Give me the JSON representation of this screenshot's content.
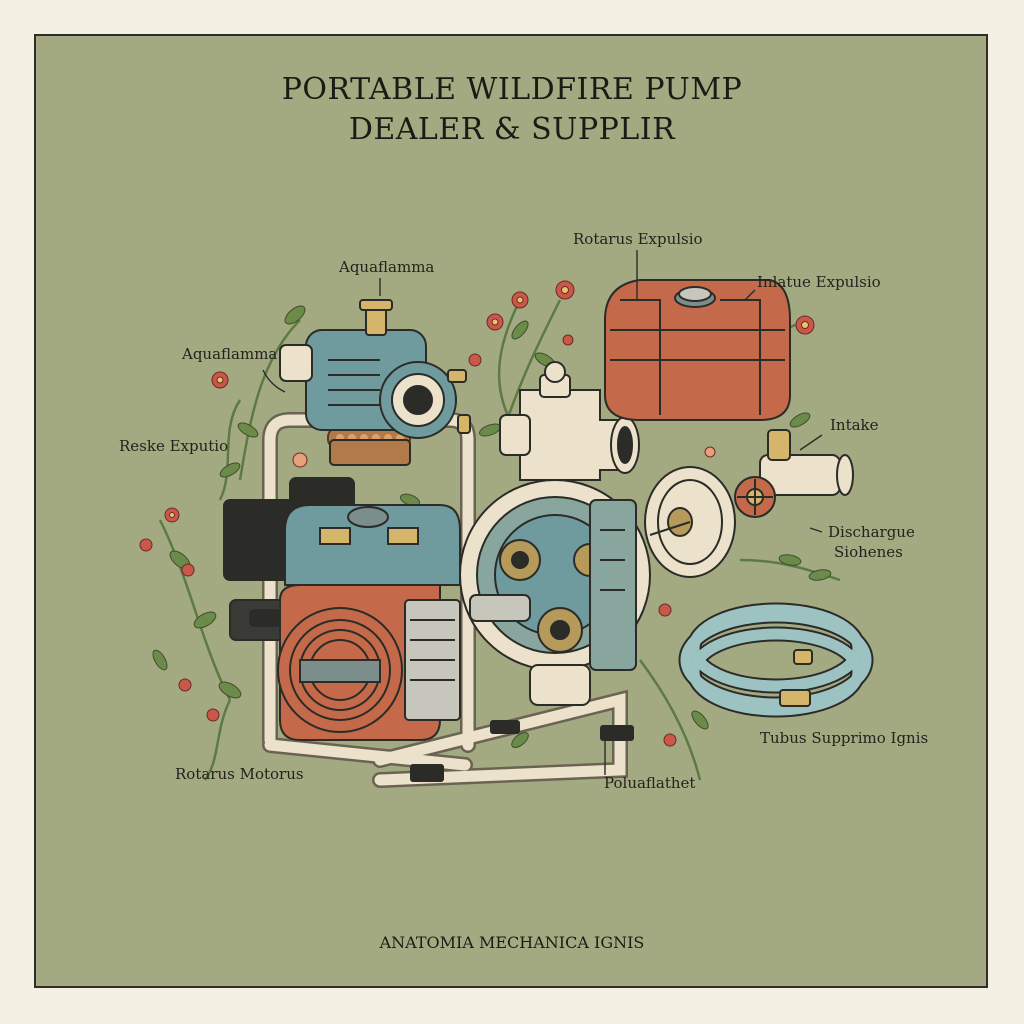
{
  "title": {
    "line1": "PORTABLE WILDFIRE PUMP",
    "line2": "DEALER & SUPPLIR"
  },
  "labels": {
    "aquaflamma_top": "Aquaflamma",
    "aquaflamma_left": "Aquaflamma",
    "reske_expulsio": "Reske Exputio",
    "rotarus_expulsio": "Rotarus Expulsio",
    "inlatue_expulsio": "Inlatue Expulsio",
    "intake": "Intake",
    "discharge": "Dischargue",
    "siohenes": "Siohenes",
    "tubus": "Tubus Supprimo Ignis",
    "rotarus_motorus": "Rotarus Motorus",
    "polaflathet": "Poluaflathet"
  },
  "footer": "ANATOMIA MECHANICA IGNIS",
  "colors": {
    "background": "#a3aa82",
    "paper": "#f3efe2",
    "frame": "#2e2e26",
    "teal": "#6f9a9e",
    "rust": "#c46a4a",
    "cream": "#ece2cb",
    "dark": "#2b2b28",
    "leaf": "#6c8a4a",
    "flower": "#c9584a"
  }
}
